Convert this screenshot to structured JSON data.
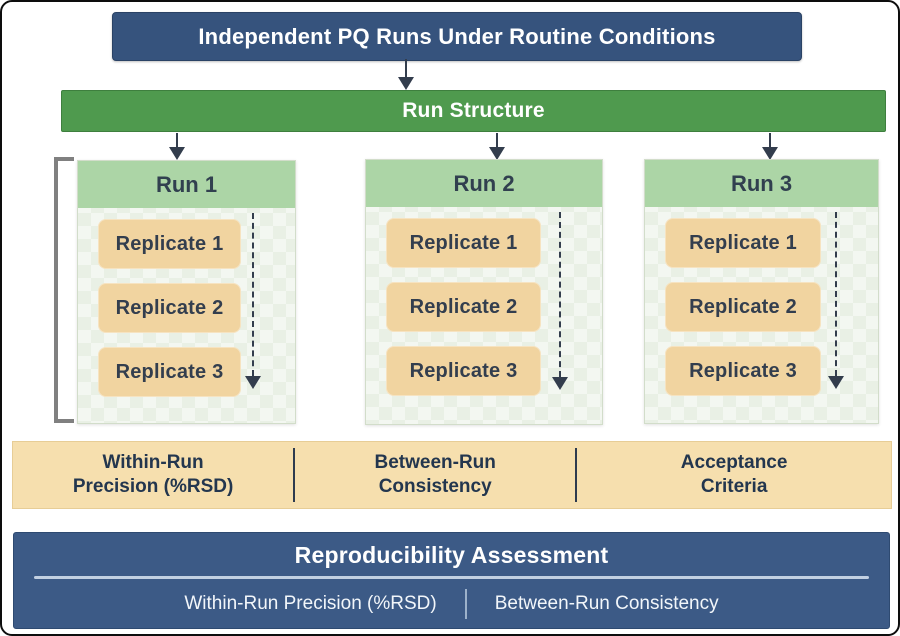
{
  "header": {
    "label": "Independent PQ Runs Under Routine Conditions"
  },
  "run_structure": {
    "label": "Run Structure"
  },
  "runs": [
    {
      "title": "Run 1",
      "replicates": [
        "Replicate 1",
        "Replicate 2",
        "Replicate 3"
      ]
    },
    {
      "title": "Run 2",
      "replicates": [
        "Replicate 1",
        "Replicate 2",
        "Replicate 3"
      ]
    },
    {
      "title": "Run 3",
      "replicates": [
        "Replicate 1",
        "Replicate 2",
        "Replicate 3"
      ]
    }
  ],
  "metrics": {
    "items": [
      {
        "line1": "Within-Run",
        "line2": "Precision (%RSD)"
      },
      {
        "line1": "Between-Run",
        "line2": "Consistency"
      },
      {
        "line1": "Acceptance",
        "line2": "Criteria"
      }
    ]
  },
  "assessment": {
    "title": "Reproducibility Assessment",
    "items": [
      "Within-Run Precision (%RSD)",
      "Between-Run Consistency"
    ]
  },
  "colors": {
    "header_blue": "#36537d",
    "run_structure_green": "#4f9a4e",
    "run_header_green": "#acd5a6",
    "card_background": "#e9f0e5",
    "replicate_tan": "#f1d4a0",
    "metrics_tan": "#f6dfae",
    "assessment_blue": "#3c5a86",
    "dark_text": "#23364e",
    "arrow_dark": "#333d4d",
    "bracket_gray": "#808080",
    "divider_light_blue": "#c2d0e2"
  }
}
